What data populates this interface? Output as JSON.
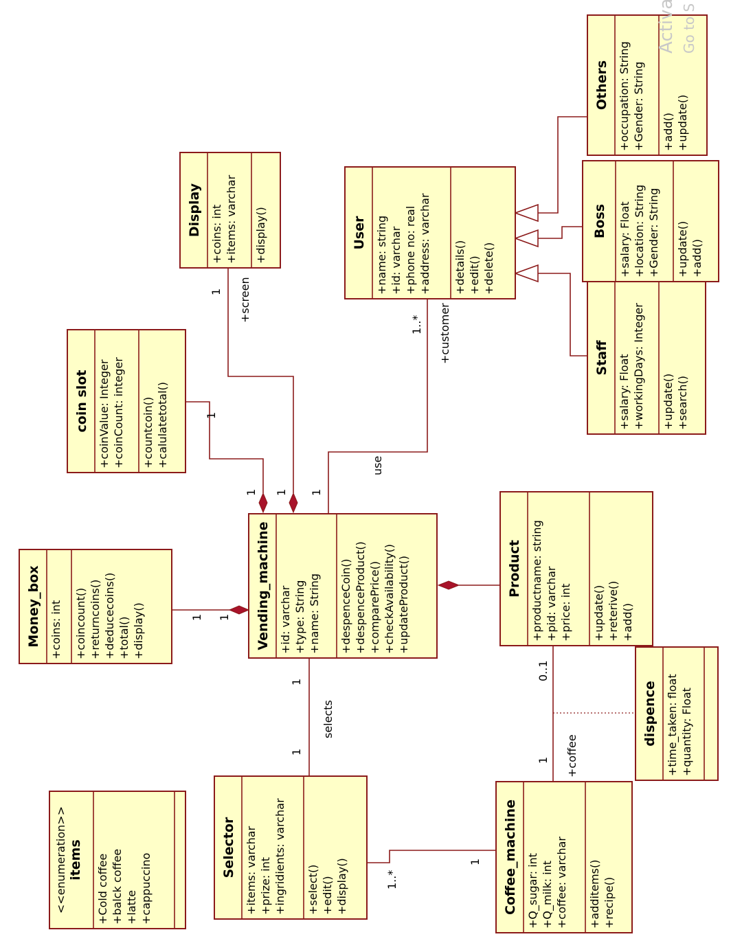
{
  "classes": {
    "items": {
      "stereotype": "<<enumeration>>",
      "name": "items",
      "attributes": [
        "+Cold coffee",
        "+balck coffee",
        "+latte",
        "+cappuccino"
      ],
      "operations": []
    },
    "money_box": {
      "name": "Money_box",
      "attributes": [
        "+coins: int"
      ],
      "operations": [
        "+coincount()",
        "+returncoins()",
        "+deducecoins()",
        "+total()",
        "+display()"
      ]
    },
    "coin_slot": {
      "name": "coin slot",
      "attributes": [
        "+coinValue: Integer",
        "+coinCount: integer"
      ],
      "operations": [
        "+countcoin()",
        "+calulatetotal()"
      ]
    },
    "display": {
      "name": "Display",
      "attributes": [
        "+coins: int",
        "+items: varchar"
      ],
      "operations": [
        "+display()"
      ]
    },
    "user": {
      "name": "User",
      "attributes": [
        "+name: string",
        "+id: varchar",
        "+phone no: real",
        "+address: varchar"
      ],
      "operations": [
        "+details()",
        "+edit()",
        "+delete()"
      ]
    },
    "others": {
      "name": "Others",
      "attributes": [
        "+occupation: String",
        "+Gender: String"
      ],
      "operations": [
        "+add()",
        "+update()"
      ]
    },
    "boss": {
      "name": "Boss",
      "attributes": [
        "+salary: Float",
        "+location: String",
        "+Gender: String"
      ],
      "operations": [
        "+update()",
        "+add()"
      ]
    },
    "staff": {
      "name": "Staff",
      "attributes": [
        "+salary: Float",
        "+workingDays: Integer"
      ],
      "operations": [
        "+update()",
        "+search()"
      ]
    },
    "vending_machine": {
      "name": "Vending_machine",
      "attributes": [
        "+id: varchar",
        "+type: String",
        "+name: String"
      ],
      "operations": [
        "+despenceCoin()",
        "+despenceProduct()",
        "+comparePrice()",
        "+checkAvailability()",
        "+updateProduct()"
      ]
    },
    "product": {
      "name": "Product",
      "attributes": [
        "+productname: string",
        "+pid: varchar",
        "+price: int"
      ],
      "operations": [
        "+update()",
        "+reterive()",
        "+add()"
      ]
    },
    "selector": {
      "name": "Selector",
      "attributes": [
        "+items: varchar",
        "+prize: int",
        "+ingridients: varchar"
      ],
      "operations": [
        "+select()",
        "+edit()",
        "+display()"
      ]
    },
    "coffee_machine": {
      "name": "Coffee_machine",
      "attributes": [
        "+Q_sugar: int",
        "+Q_milk: int",
        "+coffee: varchar"
      ],
      "operations": [
        "+additems()",
        "+recipe()"
      ]
    },
    "dispence": {
      "name": "dispence",
      "attributes": [
        "+time_taken: float",
        "+quantity: Float"
      ],
      "operations": []
    }
  },
  "relations": {
    "money_box_mult_a": "1",
    "money_box_mult_b": "1",
    "coin_slot_mult_a": "1",
    "coin_slot_mult_b": "1",
    "display_mult_a": "1",
    "display_mult_b": "1",
    "display_role": "+screen",
    "user_mult_a": "1",
    "user_mult_b": "1..*",
    "user_role": "+customer",
    "user_label": "use",
    "selector_mult_a": "1",
    "selector_mult_b": "1",
    "selector_label": "selects",
    "coffee_selector_mult_a": "1..*",
    "coffee_selector_mult_b": "1",
    "product_coffee_mult_a": "0..1",
    "product_coffee_mult_b": "1",
    "product_coffee_role": "+coffee"
  },
  "watermark": {
    "line1": "Activa",
    "line2": "Go to S"
  },
  "colors": {
    "box_fill": "#ffffc8",
    "box_border": "#8b1a1a",
    "diamond": "#a8132a"
  }
}
